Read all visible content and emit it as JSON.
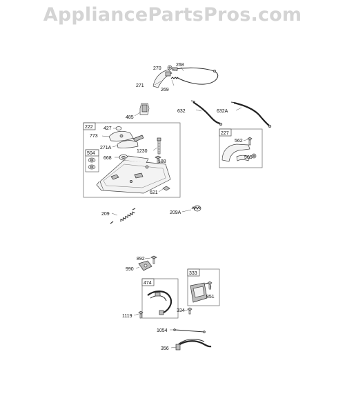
{
  "watermark": "AppliancePartsPros.com",
  "groups": {
    "g222": "222",
    "g504": "504",
    "g227": "227",
    "g474": "474",
    "g333": "333"
  },
  "parts": {
    "p270": "270",
    "p268": "268",
    "p271": "271",
    "p269": "269",
    "p485": "485",
    "p632": "632",
    "p632A": "632A",
    "p427": "427",
    "p773": "773",
    "p271A": "271A",
    "p1230": "1230",
    "p668": "668",
    "p188": "188",
    "p621": "621",
    "p562": "562",
    "p505": "505",
    "p209": "209",
    "p209A": "209A",
    "p892": "892",
    "p990": "990",
    "p851": "851",
    "p334": "334",
    "p1119": "1119",
    "p1054": "1054",
    "p356": "356"
  }
}
